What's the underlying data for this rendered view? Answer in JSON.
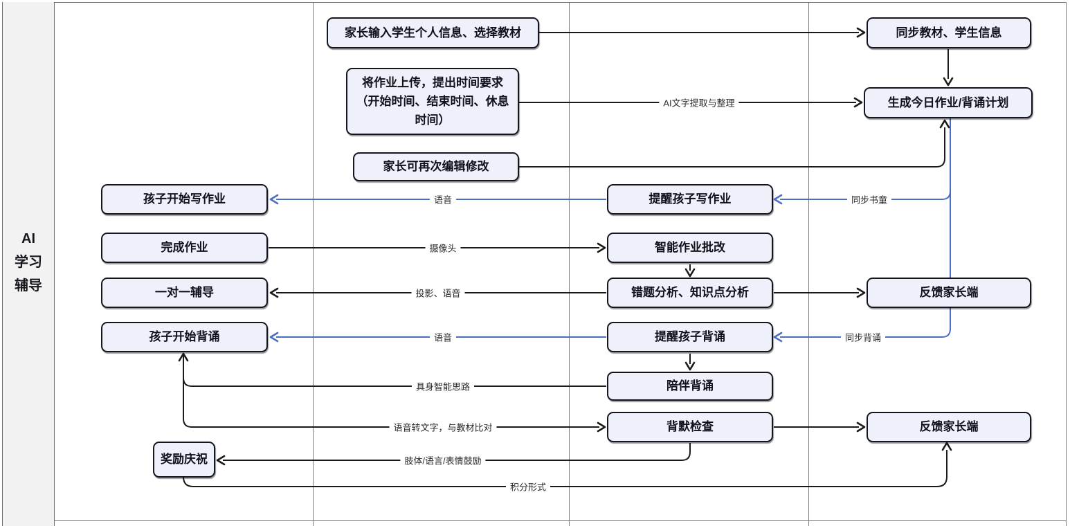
{
  "diagram": {
    "lane_title_lines": [
      "AI",
      "学习",
      "辅导"
    ],
    "nodes": {
      "parent_input": "家长输入学生个人信息、选择教材",
      "upload_homework": "将作业上传，提出时间要求（开始时间、结束时间、休息时间）",
      "parent_edit": "家长可再次编辑修改",
      "sync_materials": "同步教材、学生信息",
      "generate_plan": "生成今日作业/背诵计划",
      "remind_homework": "提醒孩子写作业",
      "child_start_homework": "孩子开始写作业",
      "finish_homework": "完成作业",
      "smart_grading": "智能作业批改",
      "error_analysis": "错题分析、知识点分析",
      "one_on_one": "一对一辅导",
      "feedback_parent_1": "反馈家长端",
      "remind_recite": "提醒孩子背诵",
      "child_start_recite": "孩子开始背诵",
      "accompany_recite": "陪伴背诵",
      "recite_check": "背默检查",
      "feedback_parent_2": "反馈家长端",
      "reward": "奖励庆祝"
    },
    "edge_labels": {
      "ai_extract": "AI文字提取与整理",
      "sync_companion": "同步书童",
      "voice_homework": "语音",
      "camera": "摄像头",
      "projection_voice": "投影、语音",
      "sync_recite": "同步背诵",
      "voice_recite": "语音",
      "embodied_ai": "具身智能思路",
      "speech_to_text": "语音转文字，与教材比对",
      "encouragement": "肢体/语言/表情鼓励",
      "points": "积分形式"
    },
    "colors": {
      "edge_default": "#1a1a1a",
      "edge_highlight": "#4a6fc1",
      "node_fill": "#eef1f9",
      "node_border": "#15151f",
      "lane_fill": "#f2f2f2",
      "lane_line": "#7d7d7d"
    }
  }
}
